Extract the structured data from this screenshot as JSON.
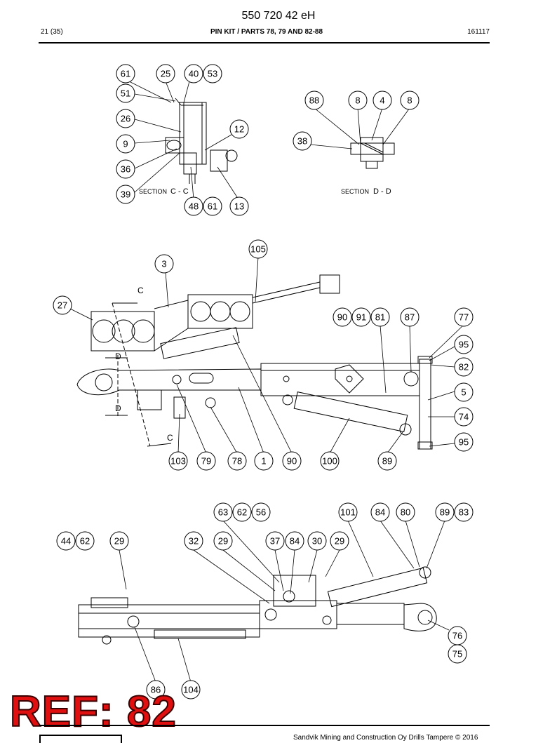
{
  "document": {
    "title": "550 720 42 eH",
    "page": "21 (35)",
    "heading": "PIN KIT / PARTS 78, 79 AND 82-88",
    "code": "161117"
  },
  "sections": {
    "c_label": "SECTION",
    "c_id": "C - C",
    "d_label": "SECTION",
    "d_id": "D - D"
  },
  "section_marks": [
    "C",
    "D",
    "D",
    "C"
  ],
  "callouts": {
    "section_cc": [
      "61",
      "25",
      "40",
      "53",
      "51",
      "26",
      "12",
      "9",
      "36",
      "39",
      "48",
      "61",
      "13"
    ],
    "section_dd": [
      "88",
      "8",
      "4",
      "8",
      "38"
    ],
    "side_view": [
      "105",
      "3",
      "27",
      "90",
      "91",
      "81",
      "87",
      "77",
      "95",
      "82",
      "5",
      "74",
      "95",
      "103",
      "79",
      "78",
      "1",
      "90",
      "100",
      "89"
    ],
    "top_view": [
      "63",
      "62",
      "56",
      "101",
      "84",
      "80",
      "89",
      "83",
      "44",
      "62",
      "29",
      "32",
      "29",
      "37",
      "84",
      "30",
      "29",
      "76",
      "75",
      "86",
      "104"
    ]
  },
  "ref_stamp": "REF: 82",
  "footer": "Sandvik Mining and Construction Oy Drills Tampere © 2016"
}
